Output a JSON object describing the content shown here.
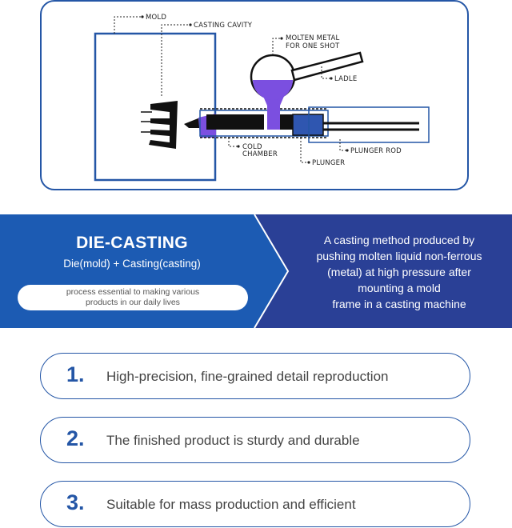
{
  "diagram": {
    "labels": {
      "mold": "MOLD",
      "casting_cavity": "CASTING CAVITY",
      "molten_metal_line1": "MOLTEN METAL",
      "molten_metal_line2": "FOR ONE SHOT",
      "ladle": "LADLE",
      "cold_chamber_line1": "COLD",
      "cold_chamber_line2": "CHAMBER",
      "plunger_rod": "PLUNGER ROD",
      "plunger": "PLUNGER"
    },
    "colors": {
      "molten": "#7b4fe0",
      "frame": "#2456a6",
      "plunger": "#2f56b0",
      "dark": "#111111"
    }
  },
  "banner": {
    "title": "DIE-CASTING",
    "subtitle": "Die(mold) + Casting(casting)",
    "pill_line1": "process essential to making various",
    "pill_line2": "products in our daily lives",
    "desc_lines": [
      "A casting method produced by",
      "pushing molten liquid non-ferrous",
      "(metal) at high pressure after",
      "mounting a mold",
      "frame in a casting machine"
    ],
    "colors": {
      "left": "#1c5bb3",
      "right": "#2a4096"
    }
  },
  "features": [
    {
      "number": "1.",
      "text": "High-precision, fine-grained detail reproduction"
    },
    {
      "number": "2.",
      "text": "The finished product is sturdy and durable"
    },
    {
      "number": "3.",
      "text": "Suitable for mass production and efficient"
    }
  ]
}
